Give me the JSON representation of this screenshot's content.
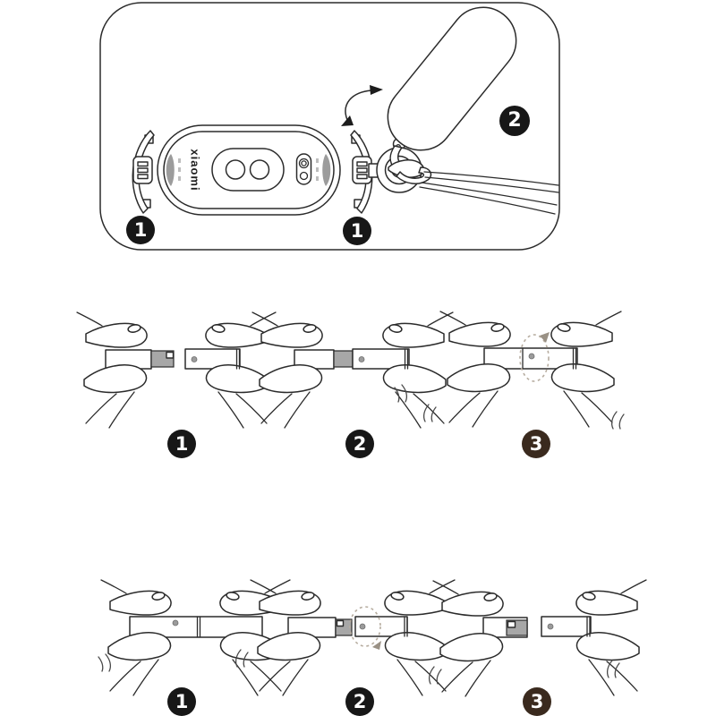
{
  "colors": {
    "background": "#ffffff",
    "line": "#2b2b2b",
    "badge_black": "#171717",
    "badge_brown": "#3a2a1e",
    "connector_gray": "#a7a7a7",
    "slot_gray": "#9c9c9c",
    "highlight_dash": "#b7ada0"
  },
  "top_panel": {
    "brand_label": "xiaomi",
    "badges": [
      {
        "label": "1"
      },
      {
        "label": "1"
      },
      {
        "label": "2"
      }
    ]
  },
  "attach_row": {
    "badges": [
      {
        "label": "1"
      },
      {
        "label": "2"
      },
      {
        "label": "3"
      }
    ]
  },
  "detach_row": {
    "badges": [
      {
        "label": "1"
      },
      {
        "label": "2"
      },
      {
        "label": "3"
      }
    ]
  }
}
